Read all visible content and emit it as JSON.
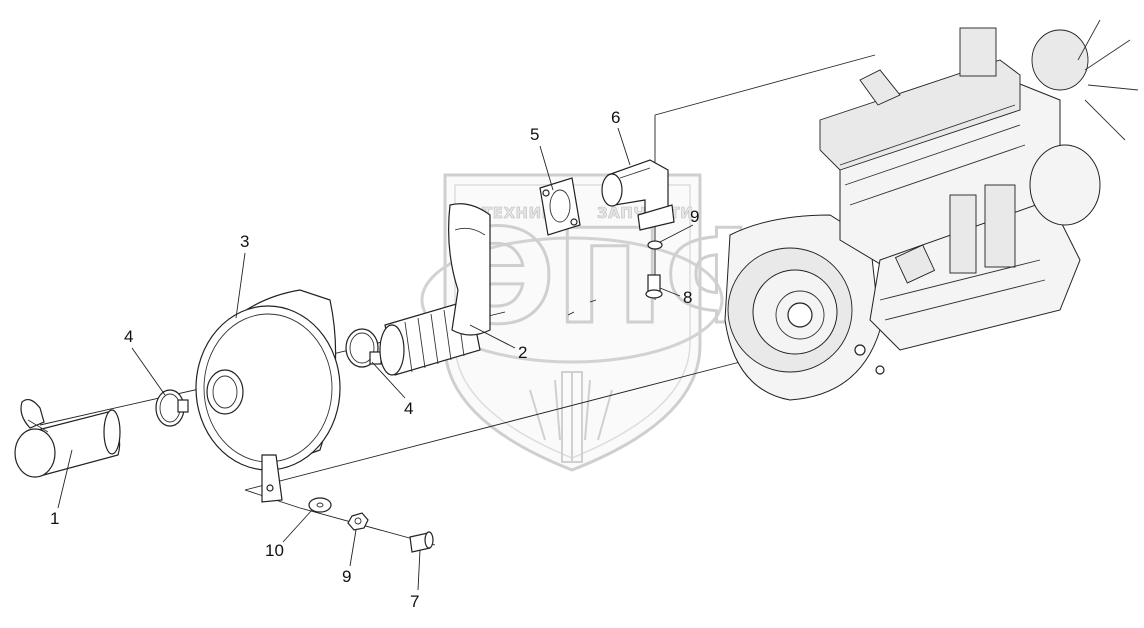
{
  "watermark": {
    "line_left": "ТЕХНИКА",
    "line_right": "ЗАПЧАСТИ",
    "logo": "ЭПФ"
  },
  "callouts": [
    {
      "id": "c1",
      "text": "1"
    },
    {
      "id": "c2",
      "text": "2"
    },
    {
      "id": "c3",
      "text": "3"
    },
    {
      "id": "c4a",
      "text": "4"
    },
    {
      "id": "c4b",
      "text": "4"
    },
    {
      "id": "c5",
      "text": "5"
    },
    {
      "id": "c6",
      "text": "6"
    },
    {
      "id": "c7",
      "text": "7"
    },
    {
      "id": "c8",
      "text": "8"
    },
    {
      "id": "c9a",
      "text": "9"
    },
    {
      "id": "c9b",
      "text": "9"
    },
    {
      "id": "c10",
      "text": "10"
    }
  ],
  "icons": [
    "shield-watermark-icon",
    "wheat-icon",
    "engine-illustration"
  ]
}
